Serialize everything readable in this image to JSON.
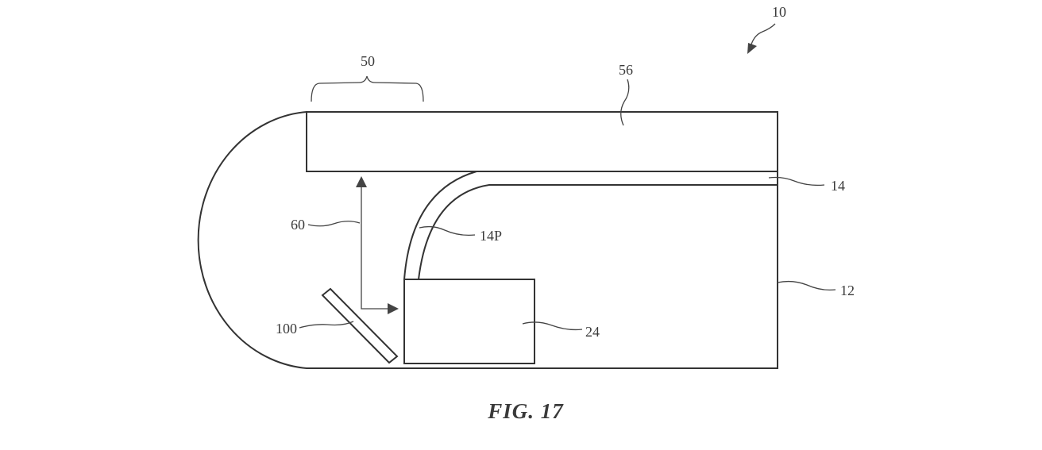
{
  "figure": {
    "caption": "FIG. 17"
  },
  "labels": {
    "device": "10",
    "region": "50",
    "cover": "56",
    "panel": "14",
    "panel_bent": "14P",
    "light_path": "60",
    "housing": "12",
    "reflector": "100",
    "component": "24"
  }
}
